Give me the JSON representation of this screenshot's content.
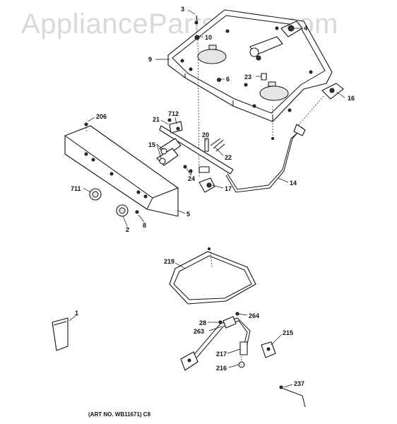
{
  "watermark": "AppliancePartsPros.com",
  "footer": "(ART NO. WB11671) C8",
  "callouts": [
    {
      "id": "c3",
      "label": "3"
    },
    {
      "id": "c4",
      "label": "4"
    },
    {
      "id": "c10",
      "label": "10"
    },
    {
      "id": "c9",
      "label": "9"
    },
    {
      "id": "c6",
      "label": "6"
    },
    {
      "id": "c23",
      "label": "23"
    },
    {
      "id": "c16",
      "label": "16"
    },
    {
      "id": "c206",
      "label": "206"
    },
    {
      "id": "c712",
      "label": "712"
    },
    {
      "id": "c21",
      "label": "21"
    },
    {
      "id": "c20",
      "label": "20"
    },
    {
      "id": "c15",
      "label": "15"
    },
    {
      "id": "c22",
      "label": "22"
    },
    {
      "id": "c24",
      "label": "24"
    },
    {
      "id": "c17",
      "label": "17"
    },
    {
      "id": "c14",
      "label": "14"
    },
    {
      "id": "c711",
      "label": "711"
    },
    {
      "id": "c5",
      "label": "5"
    },
    {
      "id": "c2",
      "label": "2"
    },
    {
      "id": "c8",
      "label": "8"
    },
    {
      "id": "c219",
      "label": "219"
    },
    {
      "id": "c1",
      "label": "1"
    },
    {
      "id": "c264",
      "label": "264"
    },
    {
      "id": "c28",
      "label": "28"
    },
    {
      "id": "c263",
      "label": "263"
    },
    {
      "id": "c215",
      "label": "215"
    },
    {
      "id": "c217",
      "label": "217"
    },
    {
      "id": "c216",
      "label": "216"
    },
    {
      "id": "c237",
      "label": "237"
    }
  ]
}
